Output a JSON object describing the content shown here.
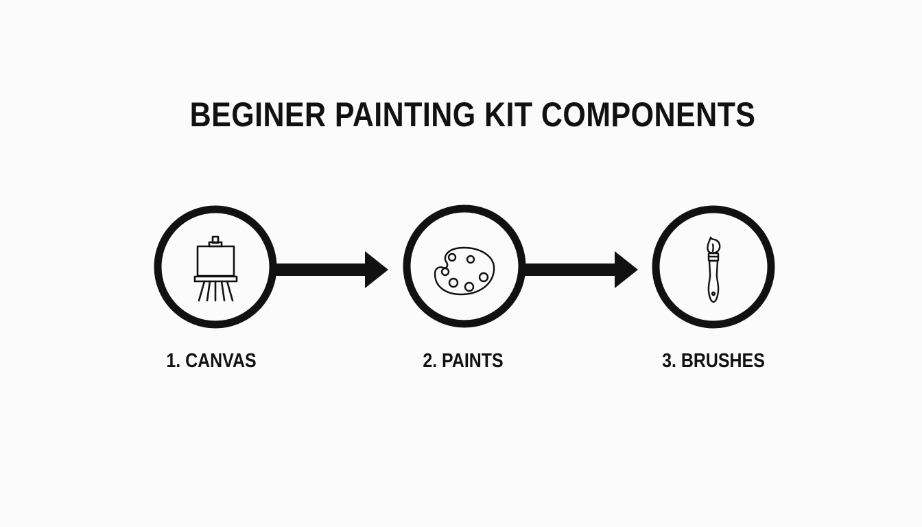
{
  "title": "BEGINER PAINTING KIT COMPONENTS",
  "steps": [
    {
      "label": "1. CANVAS",
      "icon": "easel-canvas-icon"
    },
    {
      "label": "2. PAINTS",
      "icon": "paint-palette-icon"
    },
    {
      "label": "3. BRUSHES",
      "icon": "paintbrush-icon"
    }
  ],
  "colors": {
    "background": "#fbfbfb",
    "stroke": "#111111"
  }
}
